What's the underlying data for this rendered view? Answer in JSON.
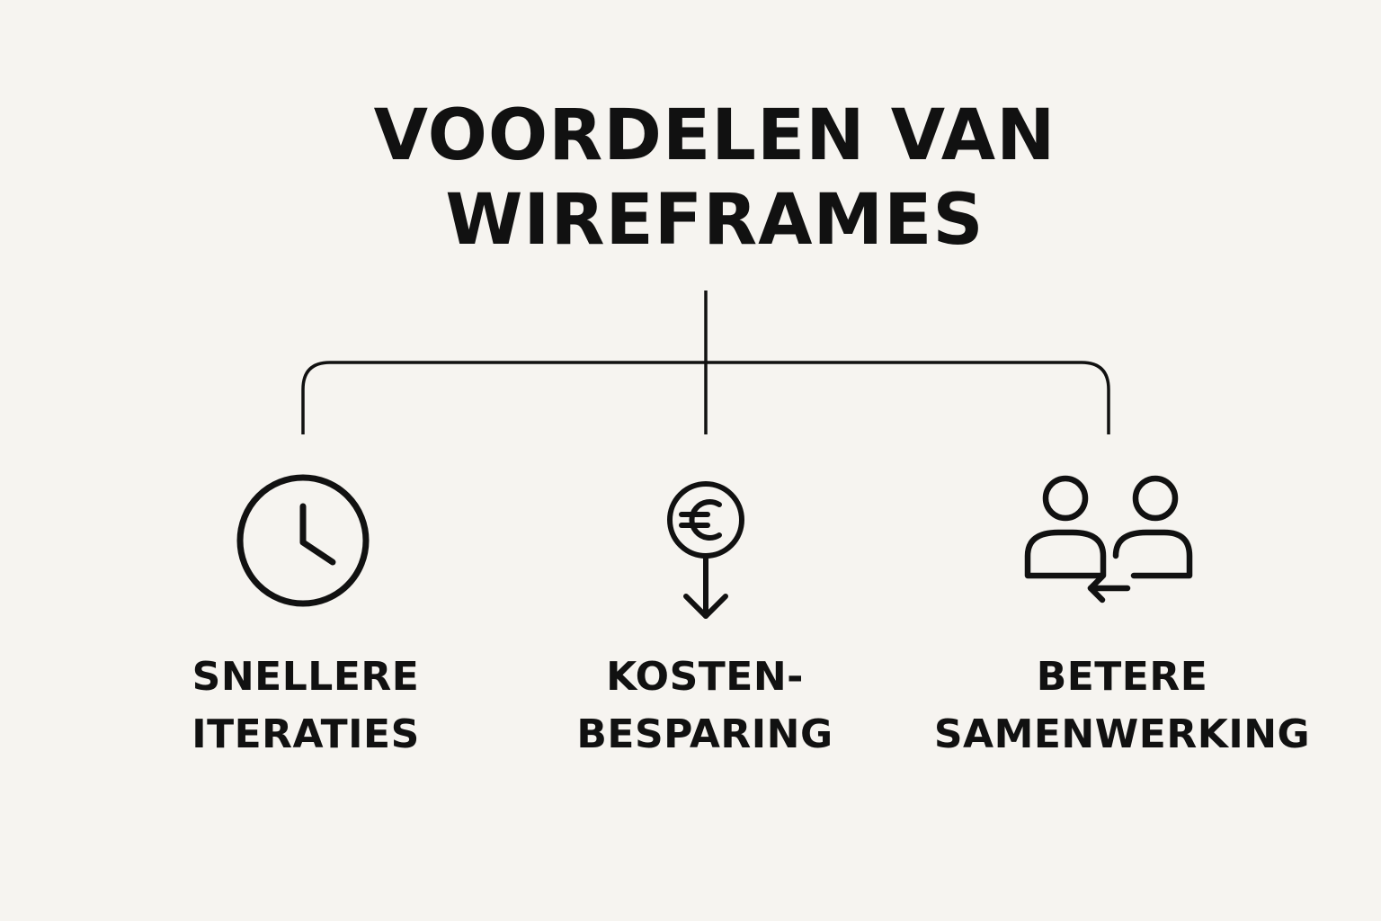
{
  "title": {
    "line1": "VOORDELEN VAN",
    "line2": "WIREFRAMES"
  },
  "benefits": [
    {
      "icon": "clock-icon",
      "line1": "SNELLERE",
      "line2": "ITERATIES"
    },
    {
      "icon": "euro-down-icon",
      "line1": "KOSTEN-",
      "line2": "BESPARING"
    },
    {
      "icon": "collaboration-icon",
      "line1": "BETERE",
      "line2": "SAMENWERKING"
    }
  ],
  "colors": {
    "background": "#f6f4f0",
    "ink": "#111111"
  }
}
